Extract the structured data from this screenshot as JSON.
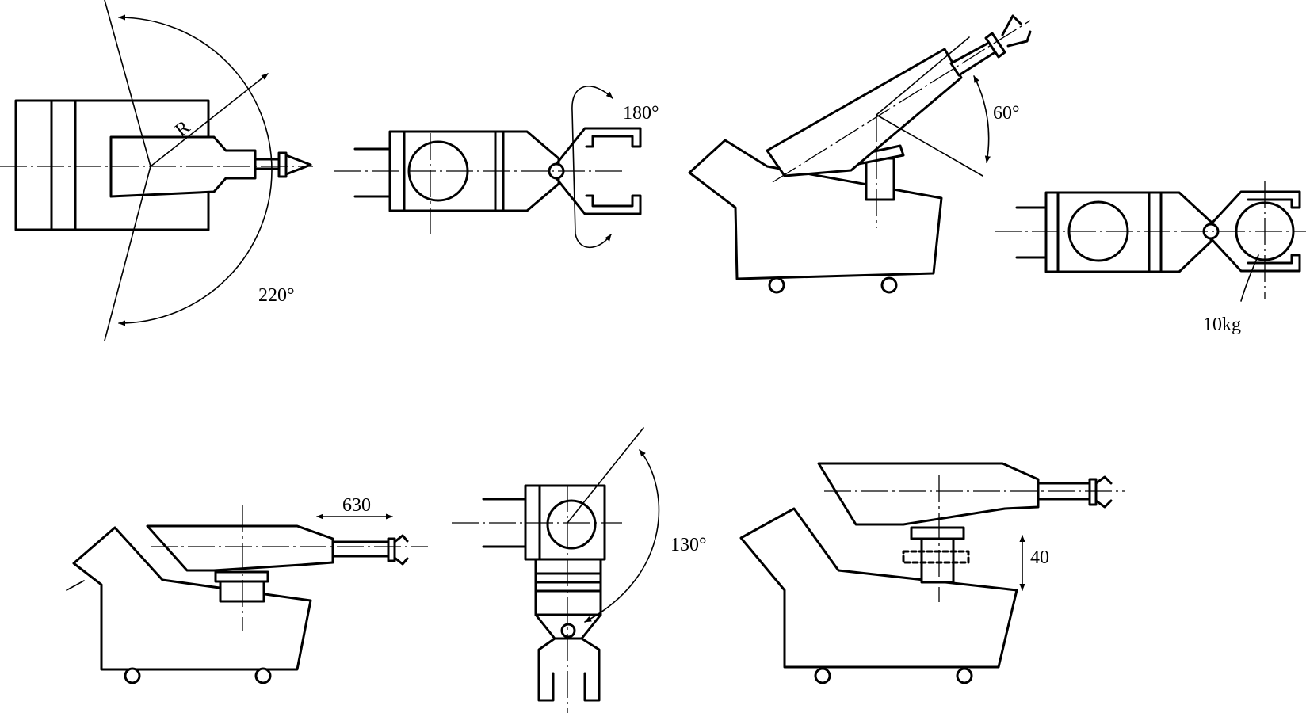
{
  "diagram": {
    "views": [
      {
        "id": "top-view-rotation",
        "labels": {
          "radius": "R",
          "angle": "220°"
        }
      },
      {
        "id": "wrist-roll",
        "labels": {
          "angle": "180°"
        }
      },
      {
        "id": "arm-elevation",
        "labels": {
          "angle": "60°"
        }
      },
      {
        "id": "gripper-load",
        "labels": {
          "load": "10kg"
        }
      },
      {
        "id": "arm-extension",
        "labels": {
          "stroke": "630"
        }
      },
      {
        "id": "wrist-pitch",
        "labels": {
          "angle": "130°"
        }
      },
      {
        "id": "column-lift",
        "labels": {
          "stroke": "40"
        }
      }
    ]
  }
}
